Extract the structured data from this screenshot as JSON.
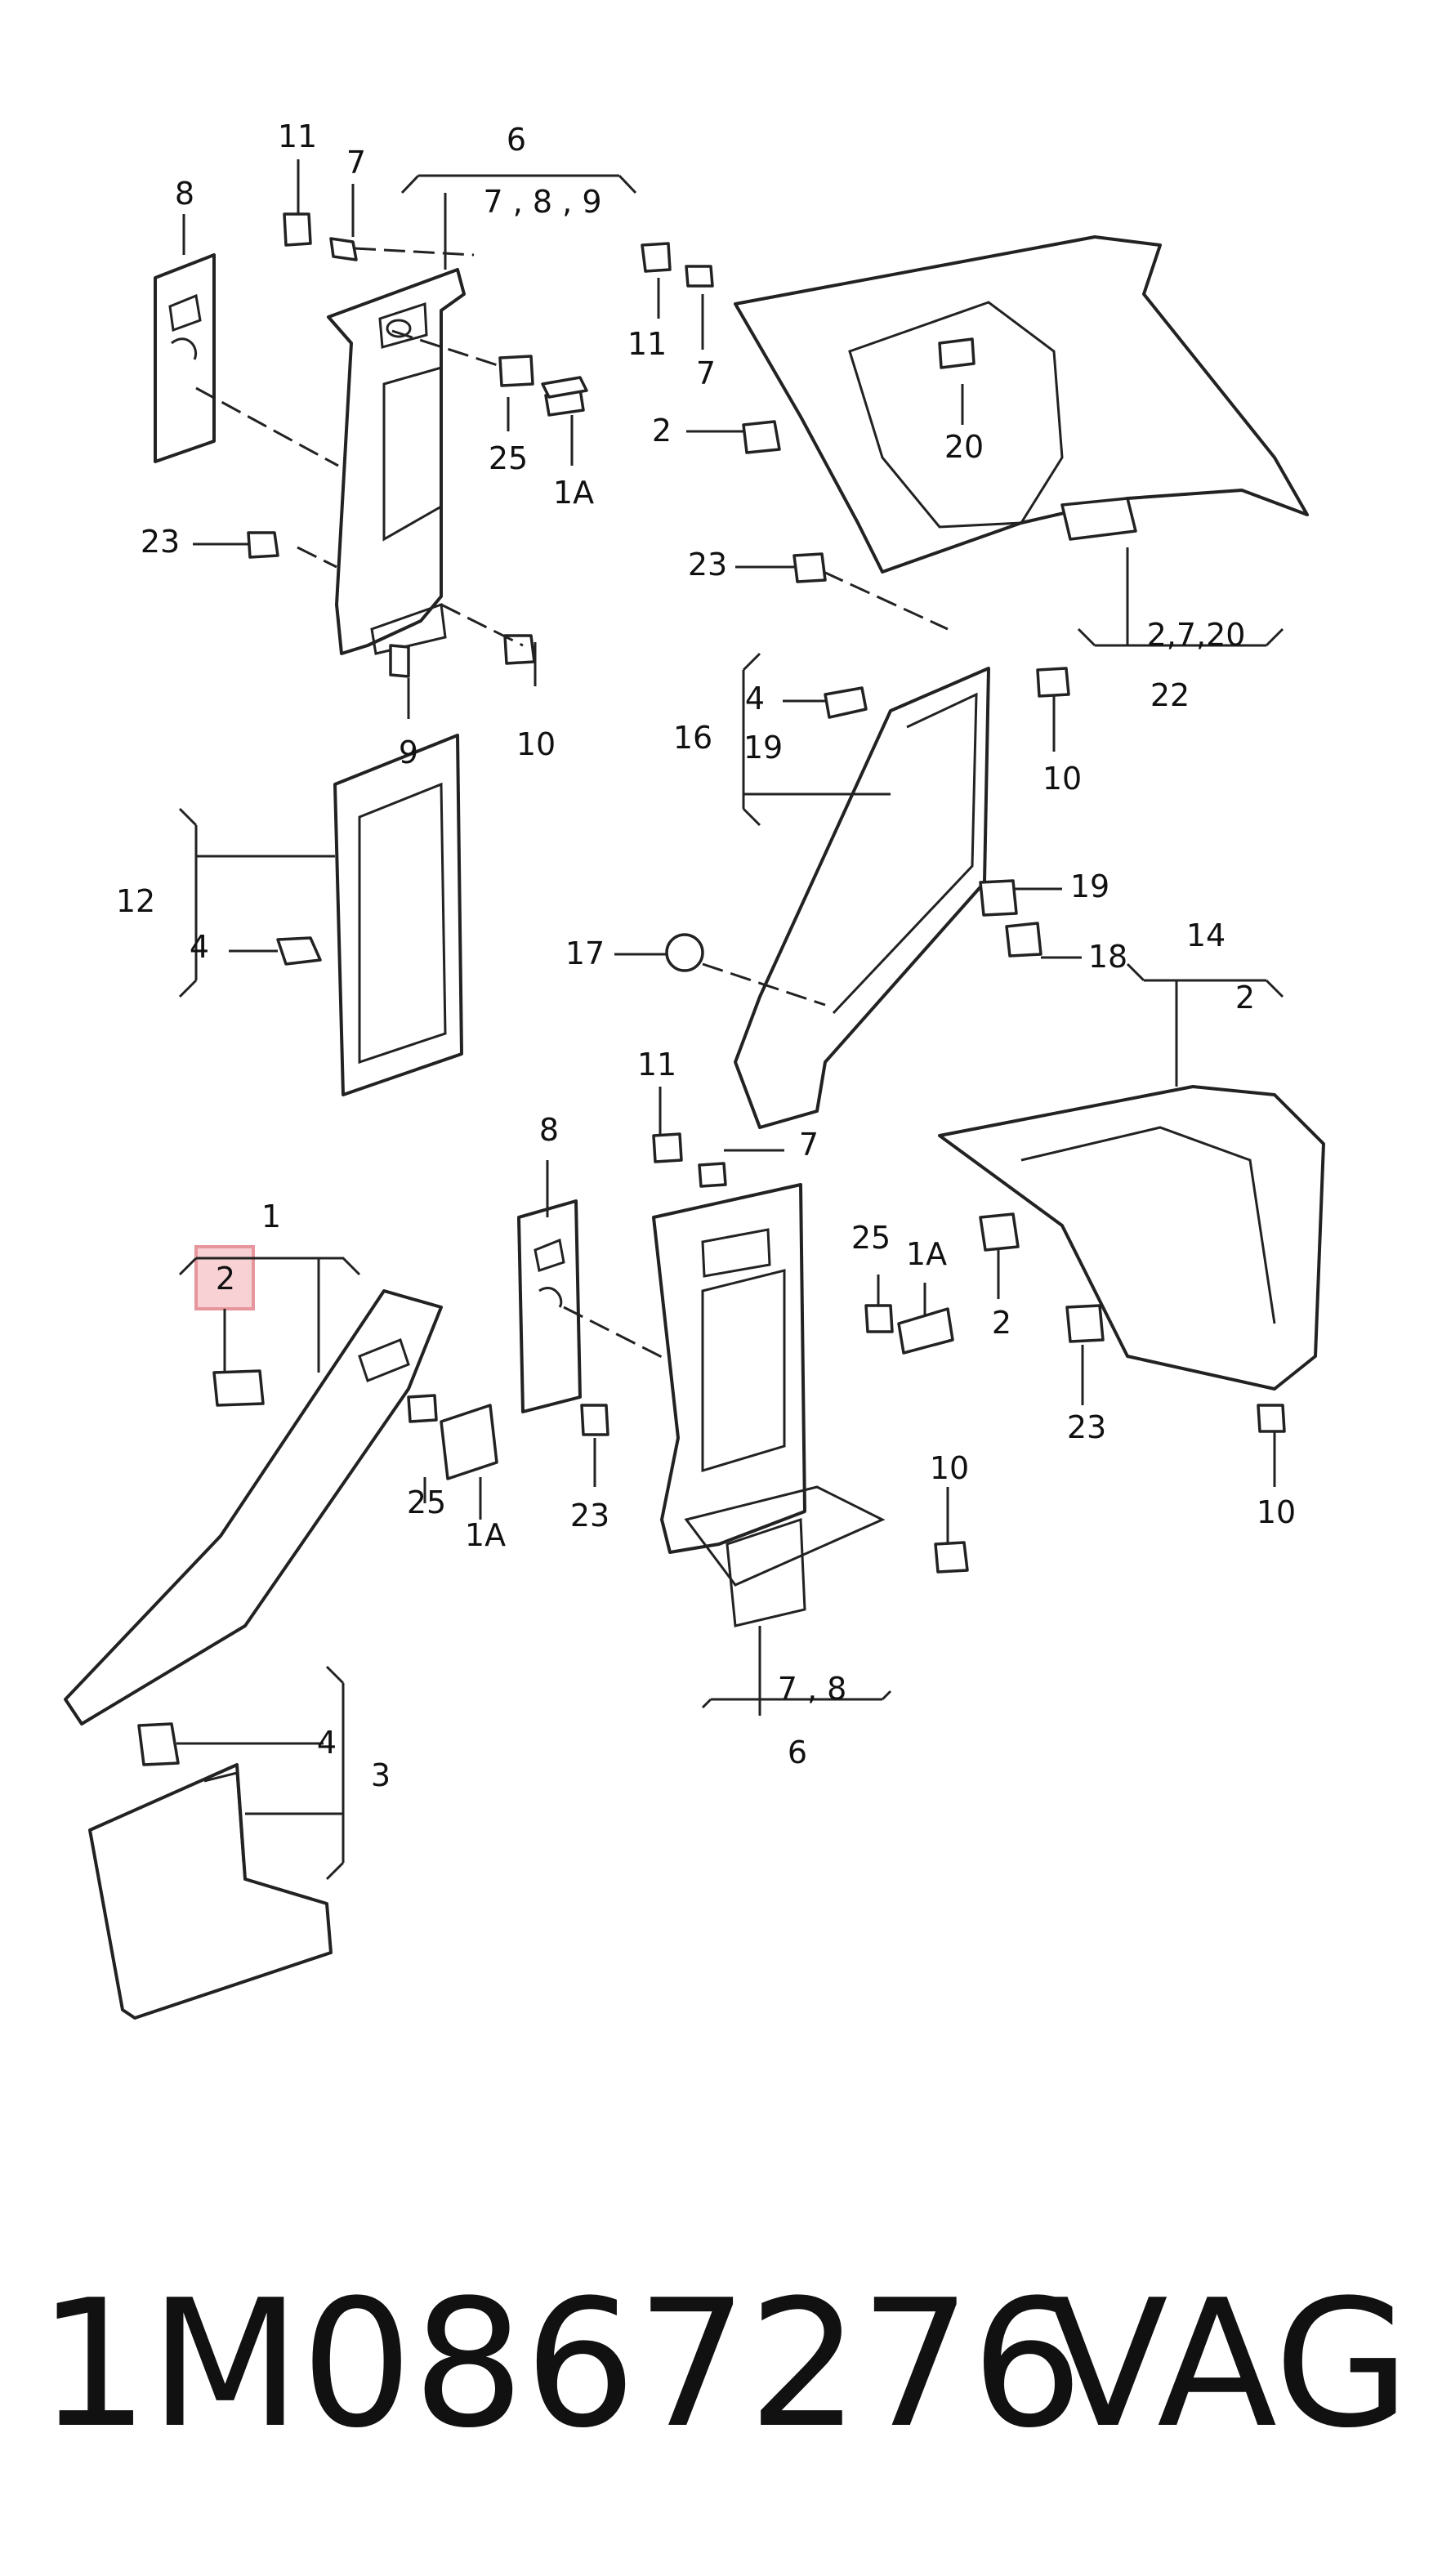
{
  "callouts": {
    "c11a": "11",
    "c7a": "7",
    "c6a": "6",
    "c789": "7 , 8 , 9",
    "c8a": "8",
    "c11b": "11",
    "c7b": "7",
    "c2a": "2",
    "c20": "20",
    "c25a": "25",
    "c1Aa": "1A",
    "c23a": "23",
    "c23b": "23",
    "c2720": "2,7,20",
    "c22": "22",
    "c10a": "10",
    "c9": "9",
    "c4a": "4",
    "c16": "16",
    "c19a": "19",
    "c10b": "10",
    "c12": "12",
    "c4b": "4",
    "c17": "17",
    "c19b": "19",
    "c18": "18",
    "c14": "14",
    "c2b": "2",
    "c11c": "11",
    "c7c": "7",
    "c8b": "8",
    "c1": "1",
    "c2sel": "2",
    "c25b": "25",
    "c1Ab": "1A",
    "c2c": "2",
    "c23c": "23",
    "c25c": "25",
    "c1Ac": "1A",
    "c23d": "23",
    "c10c": "10",
    "c10d": "10",
    "c78": "7 , 8",
    "c6b": "6",
    "c4c": "4",
    "c3": "3"
  },
  "part_number": "1M0867276",
  "brand": "VAG",
  "highlight_color": "#f6c9cc"
}
